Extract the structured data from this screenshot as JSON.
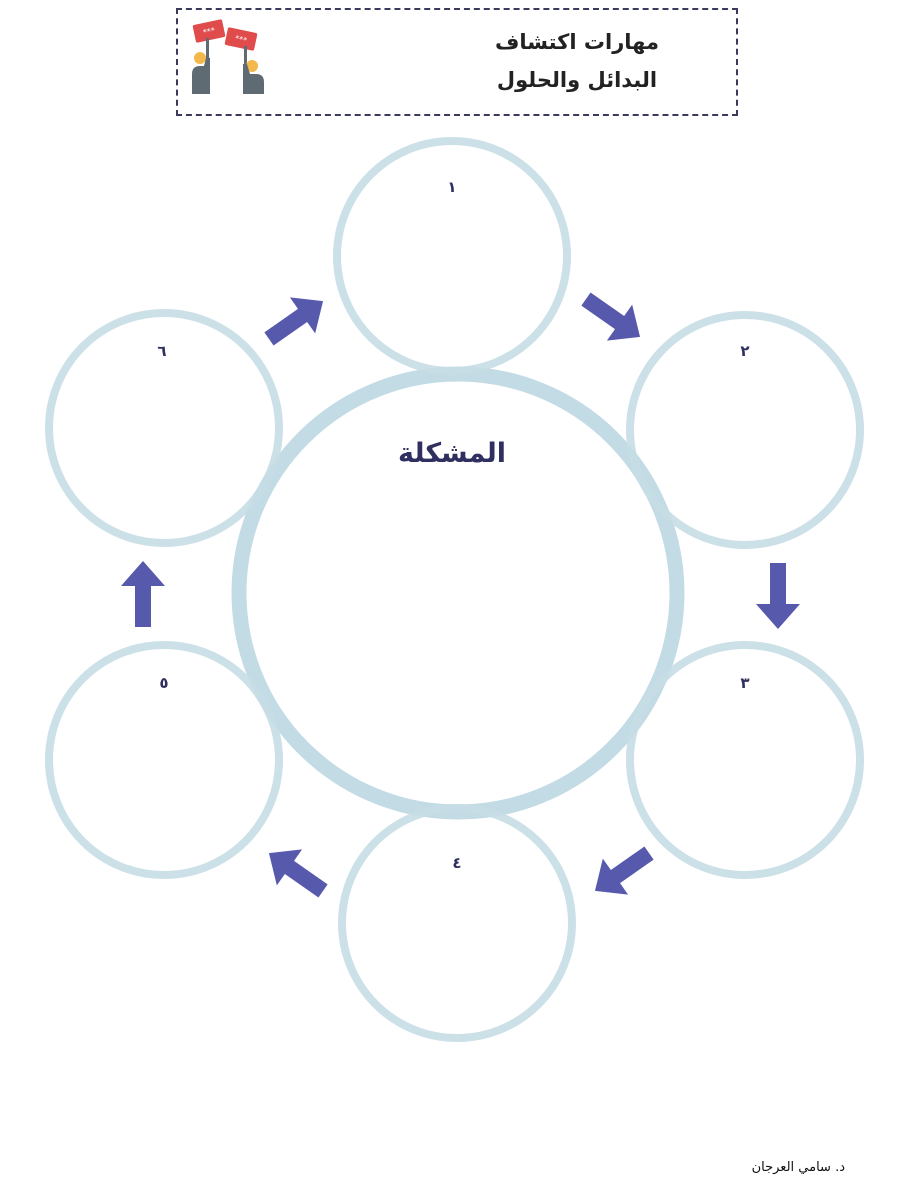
{
  "header": {
    "title_line1": "مهارات اكتشاف",
    "title_line2": "البدائل والحلول",
    "icon": "protest-signs-icon"
  },
  "center": {
    "label": "المشكلة"
  },
  "nodes": [
    {
      "label": "١"
    },
    {
      "label": "٢"
    },
    {
      "label": "٣"
    },
    {
      "label": "٤"
    },
    {
      "label": "٥"
    },
    {
      "label": "٦"
    }
  ],
  "colors": {
    "circle_stroke": "#c7dde6",
    "center_stroke": "#b9d5e0",
    "arrow": "#5759ad",
    "label": "#2f2f60"
  },
  "footer": {
    "author": "د. سامي العرجان"
  }
}
